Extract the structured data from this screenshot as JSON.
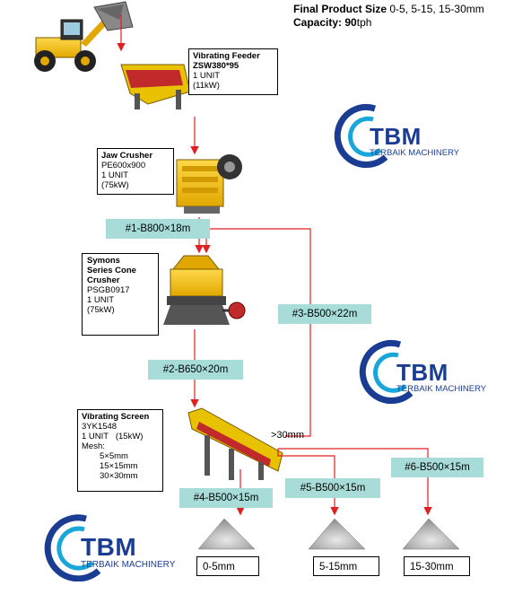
{
  "header": {
    "final_size_label": "Final Product Size",
    "final_size_value": "0-5, 5-15, 15-30mm",
    "capacity_label": "Capacity:",
    "capacity_value": "90",
    "capacity_unit": "tph"
  },
  "equipment": {
    "feeder": {
      "name": "Vibrating Feeder",
      "model": "ZSW380*95",
      "qty": "1 UNIT",
      "power": "(11kW)"
    },
    "jaw": {
      "name": "Jaw Crusher",
      "model": "PE600x900",
      "qty": "1 UNIT",
      "power": "(75kW)"
    },
    "cone": {
      "name_line1": "Symons",
      "name_line2": "Series Cone",
      "name_line3": "Crusher",
      "model": "PSGB0917",
      "qty": "1 UNIT",
      "power": "(75kW)"
    },
    "screen": {
      "name": "Vibrating Screen",
      "model": "3YK1548",
      "qty": "1 UNIT   (15kW)",
      "mesh_label": "Mesh:",
      "mesh": [
        "5×5mm",
        "15×15mm",
        "30×30mm"
      ]
    }
  },
  "belts": {
    "b1": "#1-B800×18m",
    "b2": "#2-B650×20m",
    "b3": "#3-B500×22m",
    "b4": "#4-B500×15m",
    "b5": "#5-B500×15m",
    "b6": "#6-B500×15m"
  },
  "oversize_label": ">30mm",
  "products": [
    "0-5mm",
    "5-15mm",
    "15-30mm"
  ],
  "logo": {
    "brand": "TBM",
    "company": "TERBAIK MACHINERY"
  },
  "colors": {
    "belt": "#a8dcd8",
    "arrow": "#e02020",
    "logo_blue": "#1a3d93",
    "logo_cyan": "#19a6d8"
  }
}
